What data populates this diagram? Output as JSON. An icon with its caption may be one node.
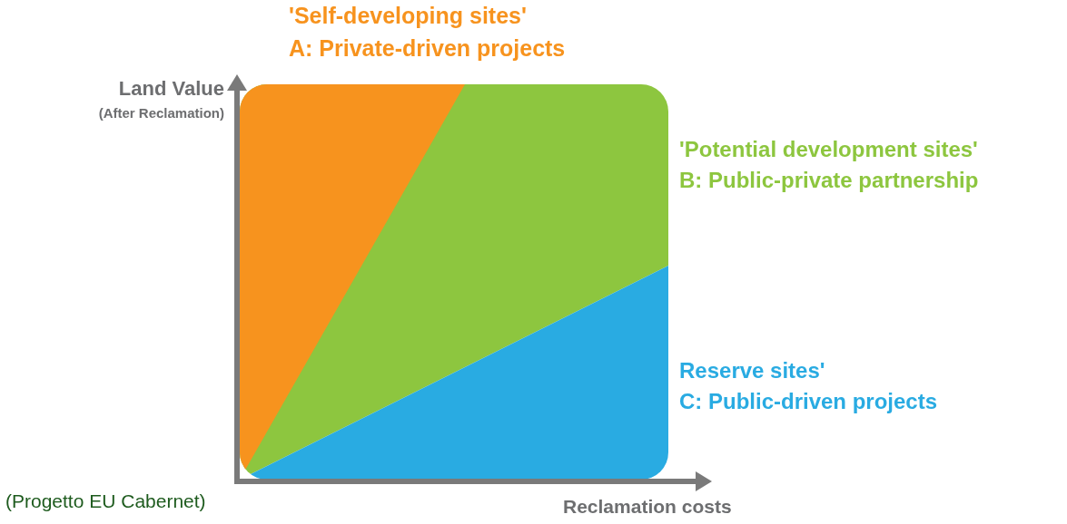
{
  "diagram": {
    "labels": [
      "'Self-developing sites'",
      "A: Private-driven projects",
      "Land Value",
      "(After Reclamation)",
      "'Potential development sites'",
      "B: Public-private partnership",
      "Reserve sites'",
      "C: Public-driven projects",
      "(Progetto EU Cabernet)",
      "Reclamation costs"
    ]
  }
}
